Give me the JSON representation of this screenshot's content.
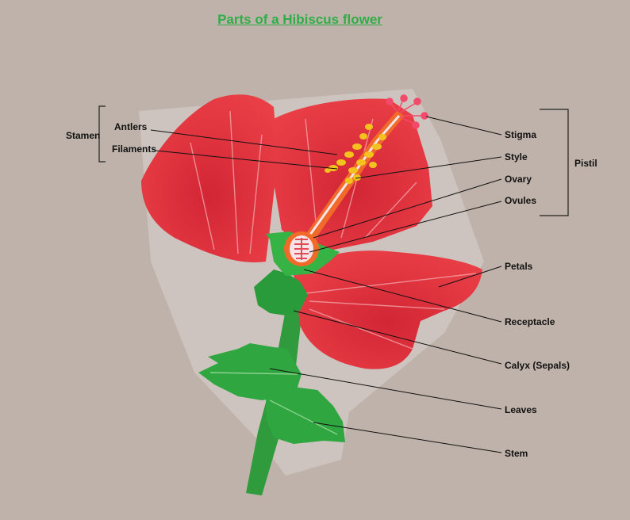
{
  "title": "Parts of a Hibiscus flower",
  "groups": {
    "stamen": "Stamen",
    "pistil": "Pistil"
  },
  "labels": {
    "antlers": "Antlers",
    "filaments": "Filaments",
    "stigma": "Stigma",
    "style": "Style",
    "ovary": "Ovary",
    "ovules": "Ovules",
    "petals": "Petals",
    "receptacle": "Receptacle",
    "calyx": "Calyx (Sepals)",
    "leaves": "Leaves",
    "stem": "Stem"
  },
  "colors": {
    "background": "#bfb2aa",
    "title": "#2fae47",
    "petal": "#e3313d",
    "leaf": "#2fa63f",
    "pollen": "#f4c21e",
    "style": "#f26a2a"
  }
}
